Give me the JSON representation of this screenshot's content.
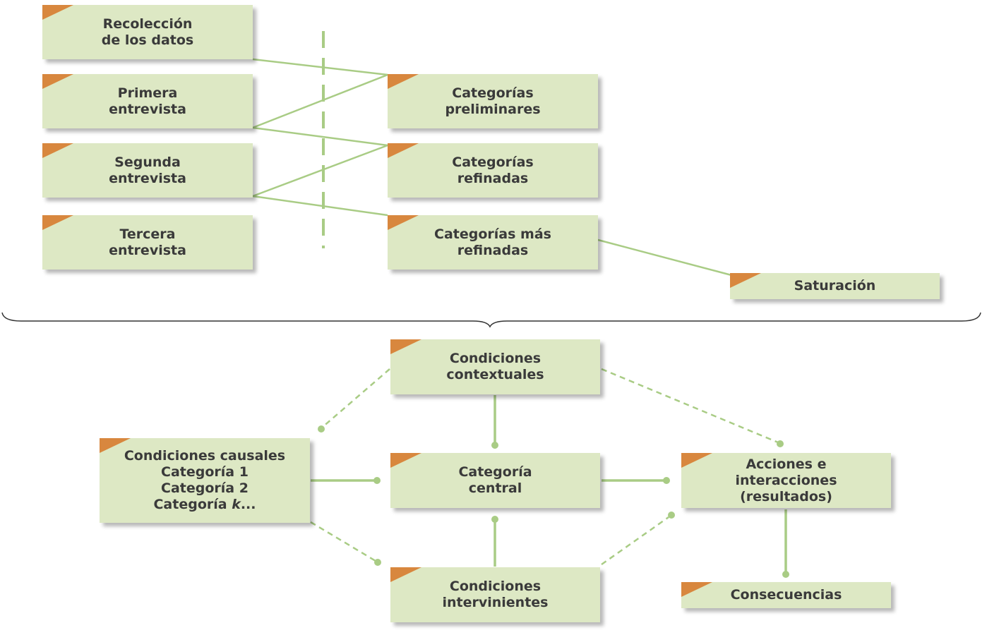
{
  "top": {
    "data_collection": "Recolección\nde los datos",
    "interviews": [
      "Primera\nentrevista",
      "Segunda\nentrevista",
      "Tercera\nentrevista"
    ],
    "categories": [
      "Categorías\npreliminares",
      "Categorías\nrefinadas",
      "Categorías más\nrefinadas"
    ],
    "saturation": "Saturación"
  },
  "bottom": {
    "contextual": "Condiciones\ncontextuales",
    "causal": {
      "title": "Condiciones causales",
      "items": [
        "Categoría 1",
        "Categoría 2"
      ],
      "last_prefix": "Categoría ",
      "last_var": "k",
      "last_suffix": "..."
    },
    "central": "Categoría\ncentral",
    "actions": "Acciones e\ninteracciones\n(resultados)",
    "intervening": "Condiciones\nintervinientes",
    "consequences": "Consecuencias"
  },
  "colors": {
    "box_fill": "#dde8c4",
    "corner": "#d8873e",
    "connector": "#a9cc85",
    "text": "#3a3a3a",
    "brace": "#333333"
  }
}
